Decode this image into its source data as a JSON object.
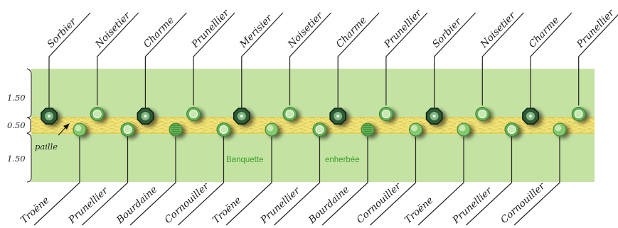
{
  "dimensions": {
    "top": "1.50",
    "middle": "0.50",
    "bottom": "1.50"
  },
  "annotations": {
    "mulch": "paille",
    "strip_part1": "Banquette",
    "strip_part2": "enherbée"
  },
  "colors": {
    "grass": "#c4e3a2",
    "mulch_band": "#f0e27a",
    "mulch_edge": "#e0c843",
    "conifer": "#2f5a36",
    "shrub_light": "#c9e8b1",
    "shrub_dark": "#65b356",
    "line": "#222222"
  },
  "top_row": [
    {
      "name": "Sorbier",
      "icon": "tree-dark-icon"
    },
    {
      "name": "Noisetier",
      "icon": "shrub-rosette-icon"
    },
    {
      "name": "Charme",
      "icon": "tree-dark-icon"
    },
    {
      "name": "Prunellier",
      "icon": "shrub-rosette-icon"
    },
    {
      "name": "Merisier",
      "icon": "tree-dark-icon"
    },
    {
      "name": "Noisetier",
      "icon": "shrub-rosette-icon"
    },
    {
      "name": "Charme",
      "icon": "tree-dark-icon"
    },
    {
      "name": "Prunellier",
      "icon": "shrub-rosette-icon"
    },
    {
      "name": "Sorbier",
      "icon": "tree-dark-icon"
    },
    {
      "name": "Noisetier",
      "icon": "shrub-rosette-icon"
    },
    {
      "name": "Charme",
      "icon": "tree-dark-icon"
    },
    {
      "name": "Prunellier",
      "icon": "shrub-rosette-icon"
    }
  ],
  "bottom_row": [
    {
      "name": "Troëne",
      "icon": "shrub-round-icon"
    },
    {
      "name": "Prunellier",
      "icon": "shrub-rosette-icon"
    },
    {
      "name": "Bourdaine",
      "icon": "shrub-textured-icon"
    },
    {
      "name": "Cornouiller",
      "icon": "shrub-rosette-icon"
    },
    {
      "name": "Troëne",
      "icon": "shrub-round-icon"
    },
    {
      "name": "Prunellier",
      "icon": "shrub-rosette-icon"
    },
    {
      "name": "Bourdaine",
      "icon": "shrub-textured-icon"
    },
    {
      "name": "Cornouiller",
      "icon": "shrub-round-icon"
    },
    {
      "name": "Troëne",
      "icon": "shrub-round-icon"
    },
    {
      "name": "Prunellier",
      "icon": "shrub-rosette-icon"
    },
    {
      "name": "Cornouiller",
      "icon": "shrub-round-icon"
    }
  ]
}
